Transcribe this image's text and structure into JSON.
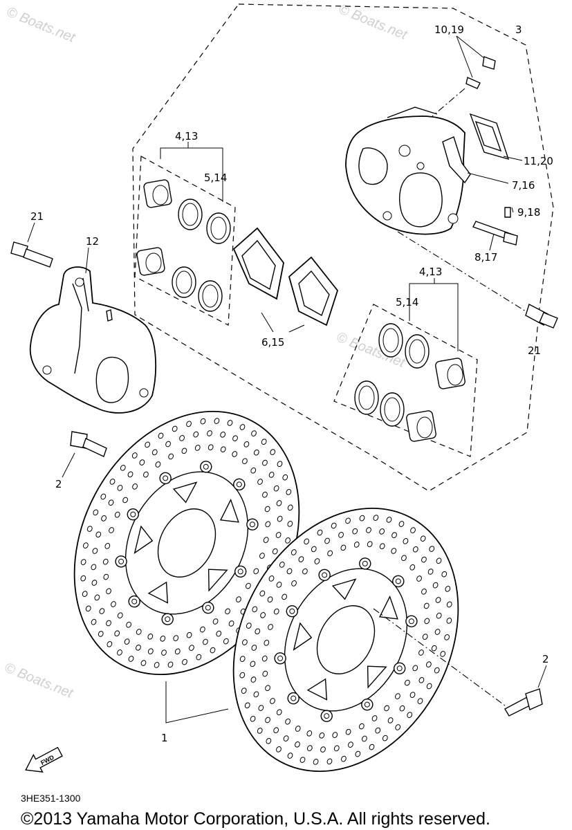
{
  "diagram": {
    "callouts": {
      "c1": "1",
      "c2a": "2",
      "c2b": "2",
      "c3": "3",
      "c4a": "4,13",
      "c4b": "4,13",
      "c5a": "5,14",
      "c5b": "5,14",
      "c6": "6,15",
      "c7": "7,16",
      "c8": "8,17",
      "c9": "9,18",
      "c10": "10,19",
      "c11": "11,20",
      "c12": "12",
      "c21a": "21",
      "c21b": "21"
    },
    "fwd_label": "FWD",
    "watermark": "© Boats.net",
    "diagram_code": "3HE351-1300"
  },
  "footer": {
    "copyright": "©2013 Yamaha Motor Corporation, U.S.A. All rights reserved."
  }
}
